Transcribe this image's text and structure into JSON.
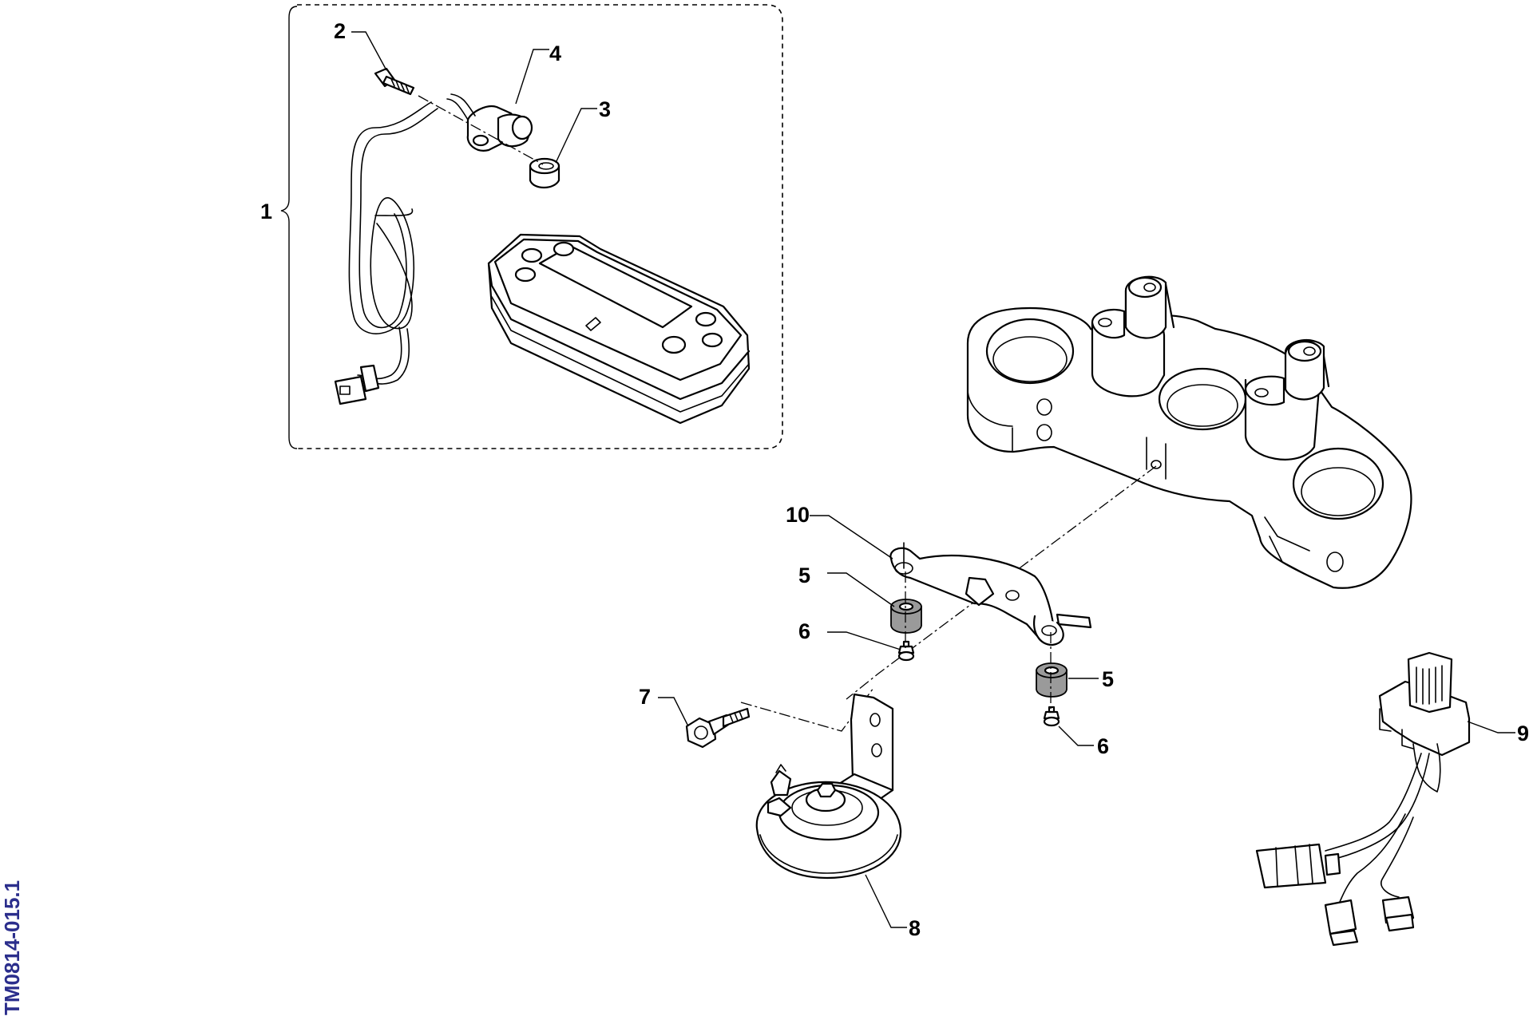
{
  "document_id": "TM0814-015.1",
  "callouts": {
    "c1": "1",
    "c2": "2",
    "c3": "3",
    "c4": "4",
    "c5a": "5",
    "c5b": "5",
    "c6a": "6",
    "c6b": "6",
    "c7": "7",
    "c8": "8",
    "c9": "9",
    "c10": "10"
  },
  "colors": {
    "callout_text": "#000000",
    "document_id_text": "#2b2e8c",
    "rubber_mount_fill": "#9a9a9a"
  }
}
